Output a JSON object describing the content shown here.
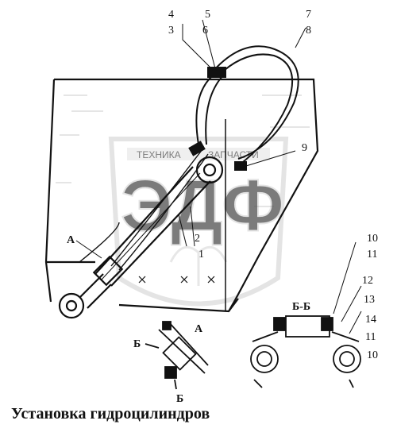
{
  "caption": "Установка гидроцилиндров",
  "watermark": {
    "brand": "ЭДФ",
    "text_left": "ТЕХНИКА",
    "text_right": "ЗАПЧАСТИ"
  },
  "section_marks": {
    "view_a": "А",
    "view_b_top": "Б",
    "view_b_bottom": "Б",
    "section_bb": "Б-Б"
  },
  "callouts": [
    "1",
    "2",
    "3",
    "4",
    "5",
    "6",
    "7",
    "8",
    "9",
    "10",
    "11",
    "12",
    "13",
    "14"
  ],
  "colors": {
    "ink": "#111111",
    "paper": "#ffffff",
    "watermark": "#d9d9d9"
  }
}
